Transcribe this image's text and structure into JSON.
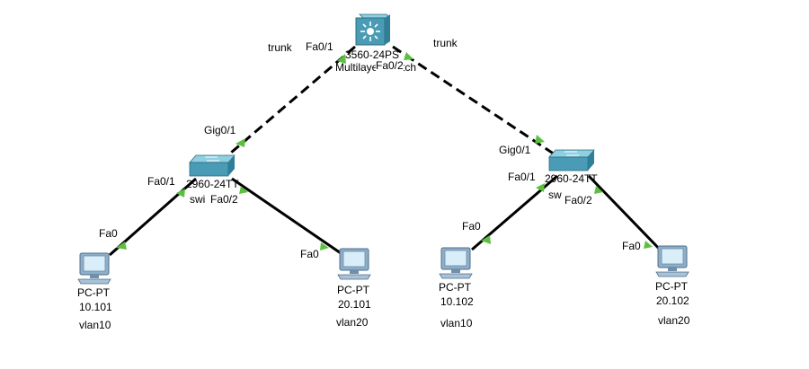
{
  "colors": {
    "link": "#000000",
    "link_up": "#5cbf3f",
    "switch_body": "#4a9cb6",
    "switch_top": "#8fcfe0",
    "pc_body": "#8faec8",
    "pc_screen": "#d9eef8"
  },
  "devices": {
    "multilayer": {
      "type": "3560-24PS",
      "label": "3560-24PS",
      "label2": "Multilayer Switch0",
      "icon": "multilayer-switch-icon"
    },
    "switch_left": {
      "type": "2960-24TT",
      "label": "2960-24TT",
      "label2": "swi",
      "icon": "switch-icon"
    },
    "switch_right": {
      "type": "2960-24TT",
      "label": "2960-24TT",
      "label2": "sw",
      "icon": "switch-icon"
    },
    "pc1": {
      "type": "PC-PT",
      "label": "PC-PT",
      "ip": "10.101",
      "vlan": "vlan10",
      "icon": "pc-icon"
    },
    "pc2": {
      "type": "PC-PT",
      "label": "PC-PT",
      "ip": "20.101",
      "vlan": "vlan20",
      "icon": "pc-icon"
    },
    "pc3": {
      "type": "PC-PT",
      "label": "PC-PT",
      "ip": "10.102",
      "vlan": "vlan10",
      "icon": "pc-icon"
    },
    "pc4": {
      "type": "PC-PT",
      "label": "PC-PT",
      "ip": "20.102",
      "vlan": "vlan20",
      "icon": "pc-icon"
    }
  },
  "links": {
    "ml_left": {
      "style": "trunk-dashed",
      "label": "trunk",
      "from_port": "Fa0/1",
      "to_port": "Gig0/1"
    },
    "ml_right": {
      "style": "trunk-dashed",
      "label": "trunk",
      "from_port": "Fa0/2",
      "to_port": "Gig0/1"
    },
    "swl_pc1": {
      "style": "straight",
      "from_port": "Fa0/1",
      "to_port": "Fa0"
    },
    "swl_pc2": {
      "style": "straight",
      "from_port": "Fa0/2",
      "to_port": "Fa0"
    },
    "swr_pc3": {
      "style": "straight",
      "from_port": "Fa0/1",
      "to_port": "Fa0"
    },
    "swr_pc4": {
      "style": "straight",
      "from_port": "Fa0/2",
      "to_port": "Fa0"
    }
  }
}
